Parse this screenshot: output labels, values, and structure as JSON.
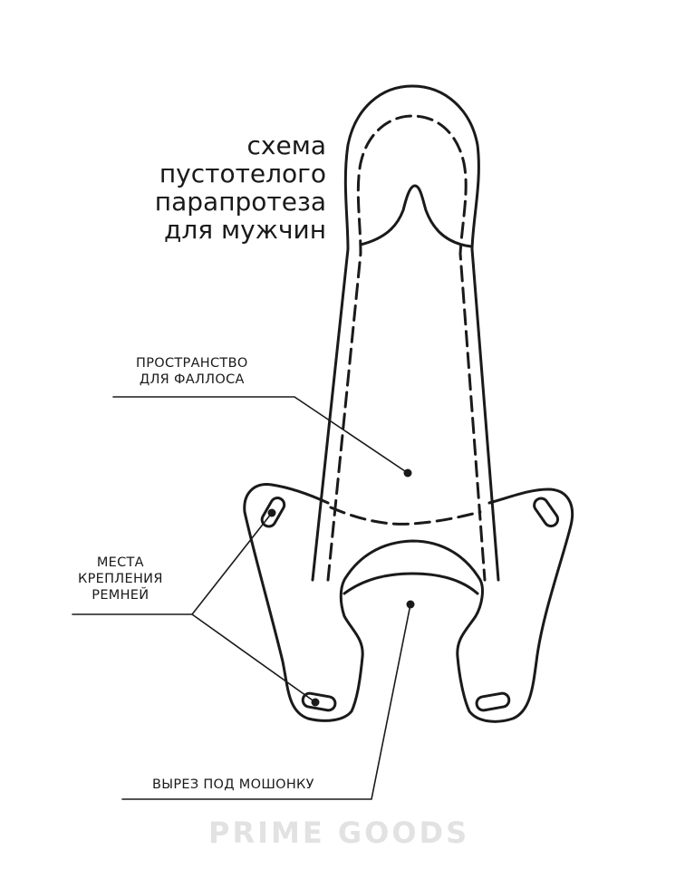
{
  "title": {
    "lines": [
      "схема",
      "пустотелого",
      "парапротеза",
      "для мужчин"
    ]
  },
  "labels": {
    "phallus_space": [
      "ПРОСТРАНСТВО",
      "ДЛЯ ФАЛЛОСА"
    ],
    "strap_points": [
      "МЕСТА",
      "КРЕПЛЕНИЯ",
      "РЕМНЕЙ"
    ],
    "scrotum_cutout": "ВЫРЕЗ ПОД МОШОНКУ"
  },
  "watermark": "PRIME GOODS",
  "colors": {
    "line": "#1a1a1a",
    "watermark": "#e2e2e2"
  }
}
